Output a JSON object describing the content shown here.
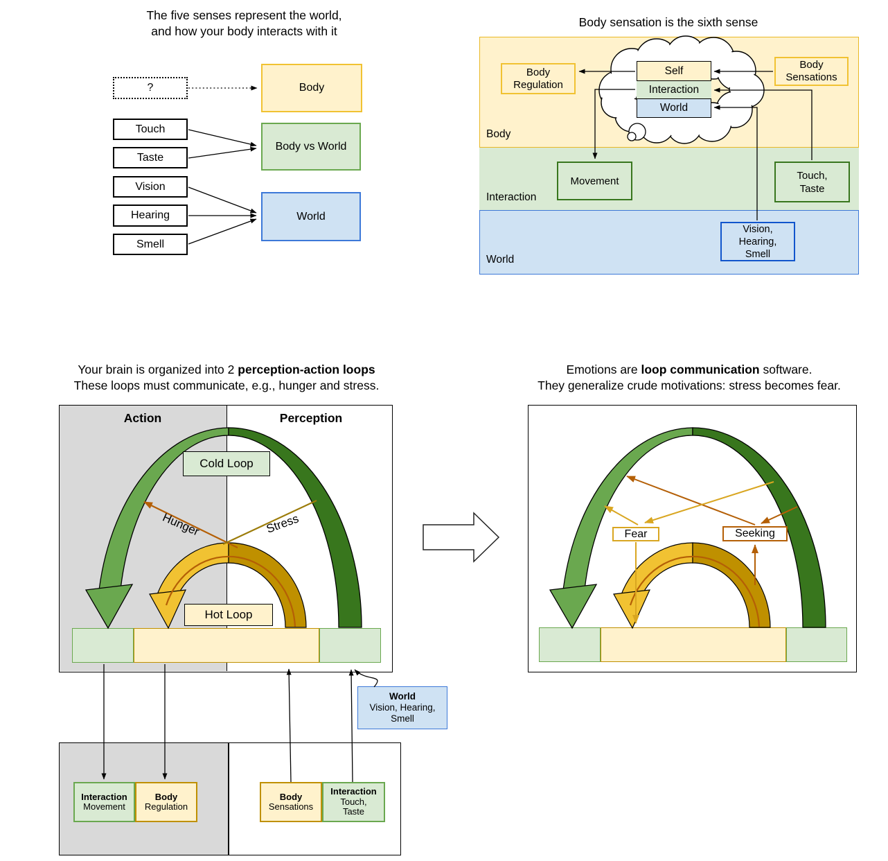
{
  "colors": {
    "pale_yellow": "#FFF2CC",
    "yellow": "#F1C232",
    "dark_yellow": "#BF9000",
    "pale_green": "#D9EAD3",
    "green": "#6AA84F",
    "dark_green": "#38761D",
    "pale_blue": "#CFE2F3",
    "blue": "#3C78D8",
    "dark_blue": "#1155CC",
    "orange": "#B45F06",
    "gold": "#D9A621",
    "olive": "#9C7C0A",
    "gray": "#D9D9D9"
  },
  "panel_tl": {
    "title_line1": "The five senses represent the world,",
    "title_line2": "and how your body interacts with it",
    "mystery": "?",
    "senses": [
      "Touch",
      "Taste",
      "Vision",
      "Hearing",
      "Smell"
    ],
    "targets": {
      "body": "Body",
      "body_vs_world": "Body vs World",
      "world": "World"
    }
  },
  "panel_tr": {
    "title": "Body sensation is the sixth sense",
    "band_labels": {
      "body": "Body",
      "interaction": "Interaction",
      "world": "World"
    },
    "boxes": {
      "body_regulation": "Body\nRegulation",
      "body_sensations": "Body\nSensations",
      "self": "Self",
      "interaction": "Interaction",
      "world": "World",
      "movement": "Movement",
      "touch_taste": "Touch,\nTaste",
      "vision_hearing_smell": "Vision,\nHearing,\nSmell"
    }
  },
  "panel_bl": {
    "title1_pre": "Your brain is organized into 2 ",
    "title1_bold": "perception-action loops",
    "title2": "These loops must communicate, e.g., hunger and stress.",
    "action": "Action",
    "perception": "Perception",
    "cold_loop": "Cold Loop",
    "hot_loop": "Hot Loop",
    "hunger": "Hunger",
    "stress": "Stress",
    "lower_boxes": [
      {
        "title": "Interaction",
        "sub": "Movement"
      },
      {
        "title": "Body",
        "sub": "Regulation"
      },
      {
        "title": "Body",
        "sub": "Sensations"
      },
      {
        "title": "Interaction",
        "sub": "Touch,\nTaste"
      }
    ],
    "world_note": {
      "title": "World",
      "sub": "Vision, Hearing,\nSmell"
    }
  },
  "panel_br": {
    "title1_pre": "Emotions are ",
    "title1_bold": "loop communication",
    "title1_post": " software.",
    "title2": "They generalize crude motivations: stress becomes fear.",
    "fear": "Fear",
    "seeking": "Seeking"
  }
}
